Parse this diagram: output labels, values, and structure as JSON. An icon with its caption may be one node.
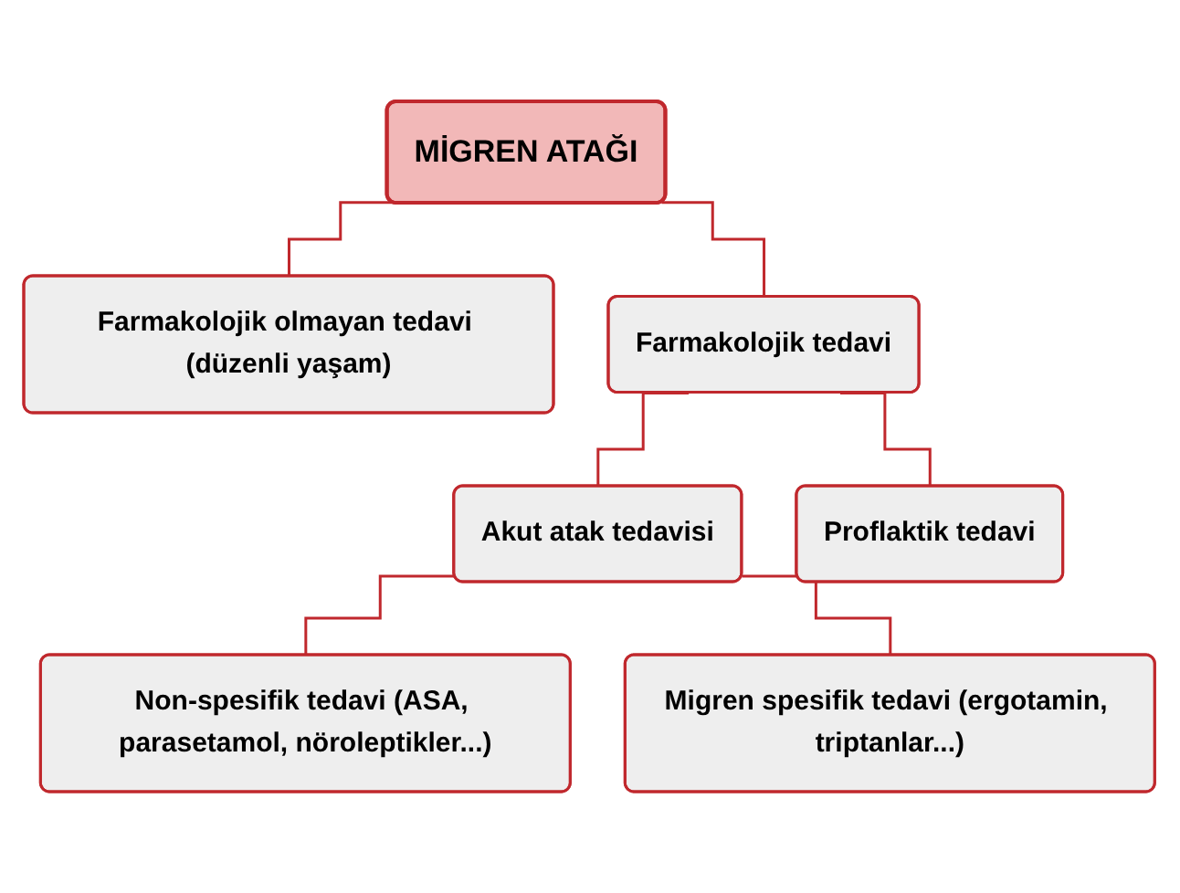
{
  "diagram": {
    "nodes": [
      {
        "text": [
          "MİGREN ATAĞI"
        ]
      },
      {
        "text": [
          "Farmakolojik olmayan tedavi (düzenli yaşam)"
        ]
      },
      {
        "text": [
          "Farmakolojik tedavi"
        ]
      },
      {
        "text": [
          "Akut atak tedavisi"
        ]
      },
      {
        "text": [
          "Proflaktik tedavi"
        ]
      },
      {
        "text": [
          "Non-spesifik tedavi (ASA, parasetamol, nöroleptikler...)"
        ]
      },
      {
        "text": [
          "Migren spesifik tedavi (ergotamin, triptanlar...)"
        ]
      }
    ],
    "edges": [
      {
        "from": 0,
        "to": 1,
        "arrow": "none"
      },
      {
        "from": 0,
        "to": 2,
        "arrow": "none"
      },
      {
        "from": 2,
        "to": 3,
        "arrow": "none"
      },
      {
        "from": 2,
        "to": 4,
        "arrow": "none"
      },
      {
        "from": 3,
        "to": 5,
        "arrow": "none"
      },
      {
        "from": 3,
        "to": 6,
        "arrow": "none"
      }
    ]
  }
}
